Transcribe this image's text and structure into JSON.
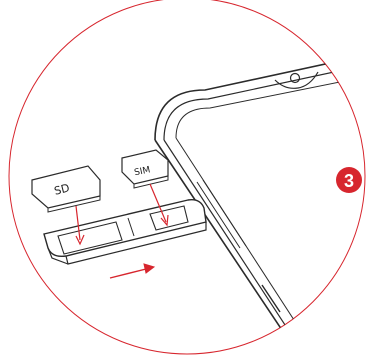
{
  "illustration": {
    "sd_card_label": "SD",
    "sim_card_label": "SIM",
    "step_number": "3",
    "colors": {
      "accent_red": "#d7262e",
      "outline": "#2b2b2b",
      "background": "#ffffff"
    }
  }
}
